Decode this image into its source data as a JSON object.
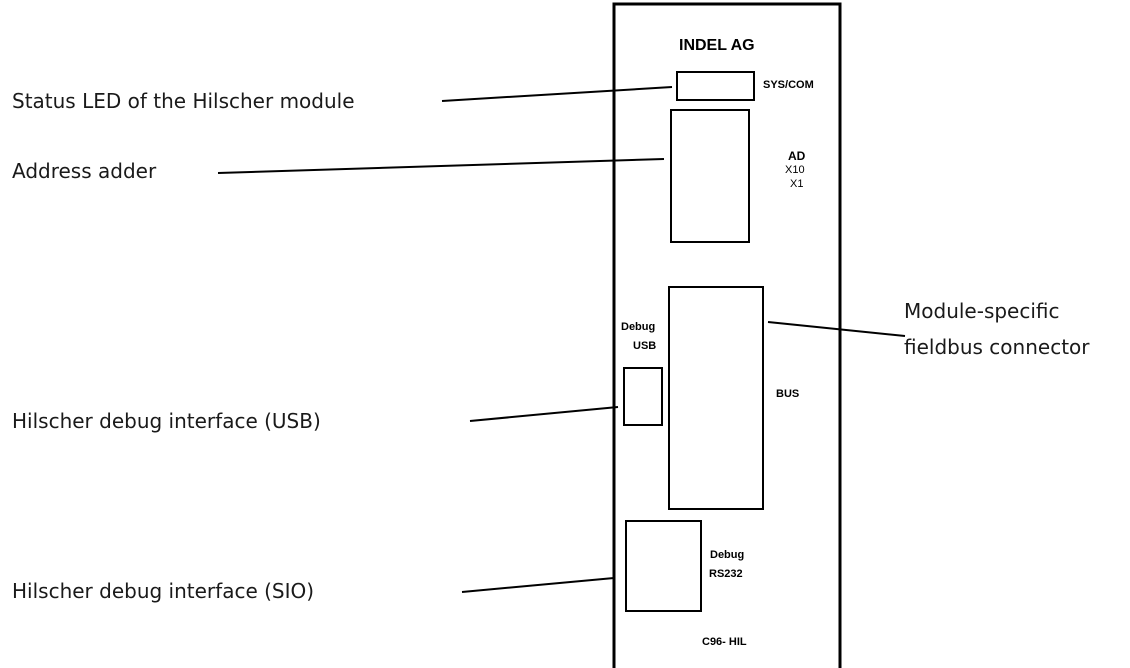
{
  "callouts": {
    "status_led": "Status LED of the Hilscher module",
    "address_adder": "Address adder",
    "fieldbus_line1": "Module-specific",
    "fieldbus_line2": "fieldbus connector",
    "debug_usb": "Hilscher debug interface (USB)",
    "debug_sio": "Hilscher debug interface (SIO)"
  },
  "panel": {
    "brand": "INDEL AG",
    "sys_com": "SYS/COM",
    "ad": "AD",
    "x10": "X10",
    "x1": "X1",
    "debug_usb_line1": "Debug",
    "debug_usb_line2": "USB",
    "bus": "BUS",
    "debug_rs232_line1": "Debug",
    "debug_rs232_line2": "RS232",
    "model": "C96- HIL"
  }
}
